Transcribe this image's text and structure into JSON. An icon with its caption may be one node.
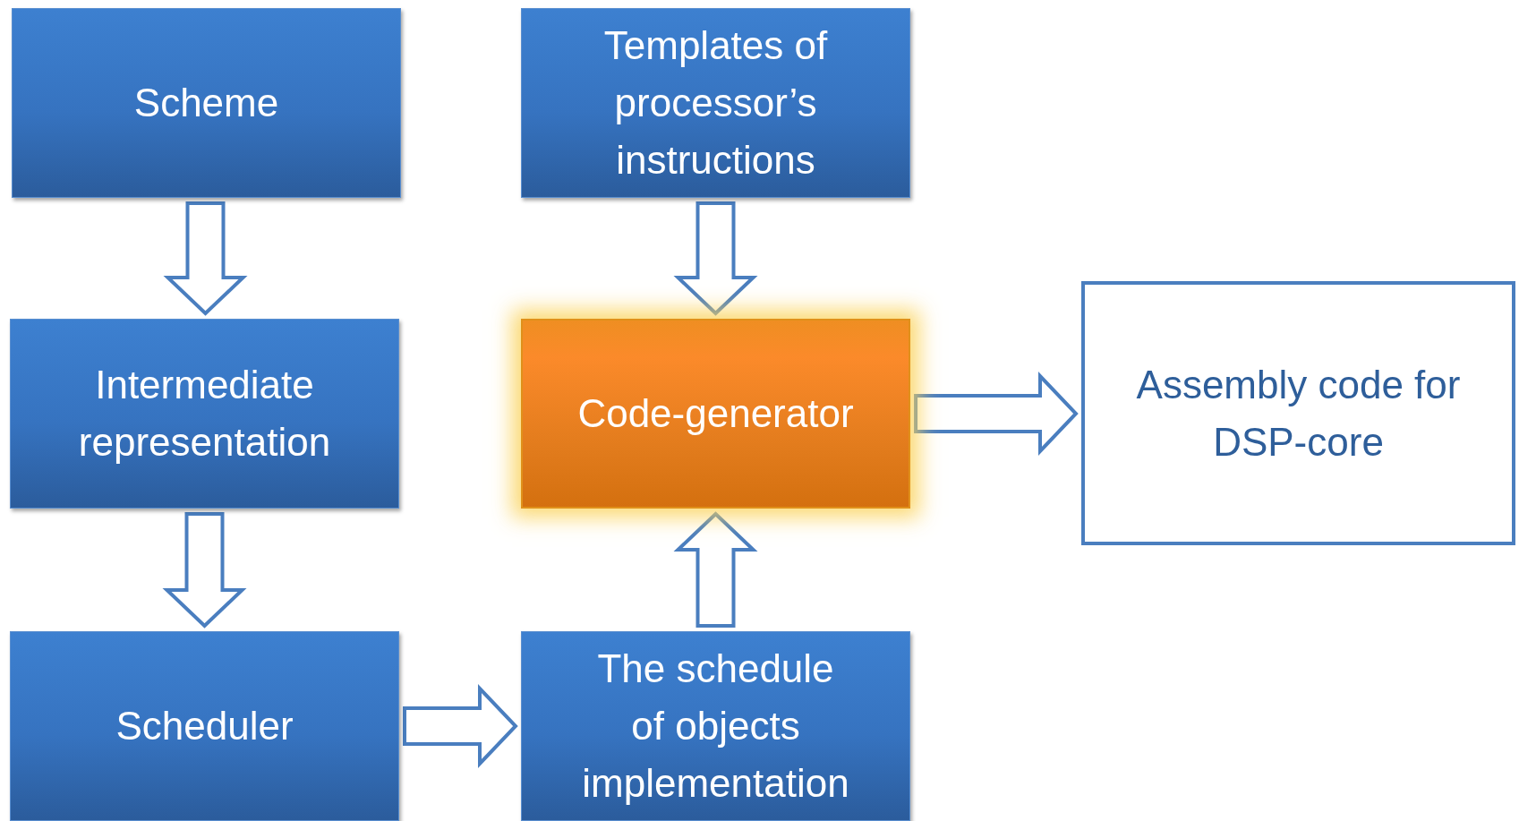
{
  "diagram": {
    "nodes": [
      {
        "text": [
          "Scheme"
        ]
      },
      {
        "text": [
          "Templates of processor’s instructions"
        ]
      },
      {
        "text": [
          "Intermediate representation"
        ]
      },
      {
        "text": [
          "Code-generator"
        ]
      },
      {
        "text": [
          "Assembly code for DSP-core"
        ]
      },
      {
        "text": [
          "Scheduler"
        ]
      },
      {
        "text": [
          "The schedule of objects implementation"
        ]
      }
    ],
    "edges": [
      {
        "from": 0,
        "to": 2,
        "arrow": "to"
      },
      {
        "from": 1,
        "to": 3,
        "arrow": "to"
      },
      {
        "from": 2,
        "to": 5,
        "arrow": "to"
      },
      {
        "from": 5,
        "to": 6,
        "arrow": "to"
      },
      {
        "from": 6,
        "to": 3,
        "arrow": "to"
      },
      {
        "from": 3,
        "to": 4,
        "arrow": "to"
      }
    ]
  }
}
